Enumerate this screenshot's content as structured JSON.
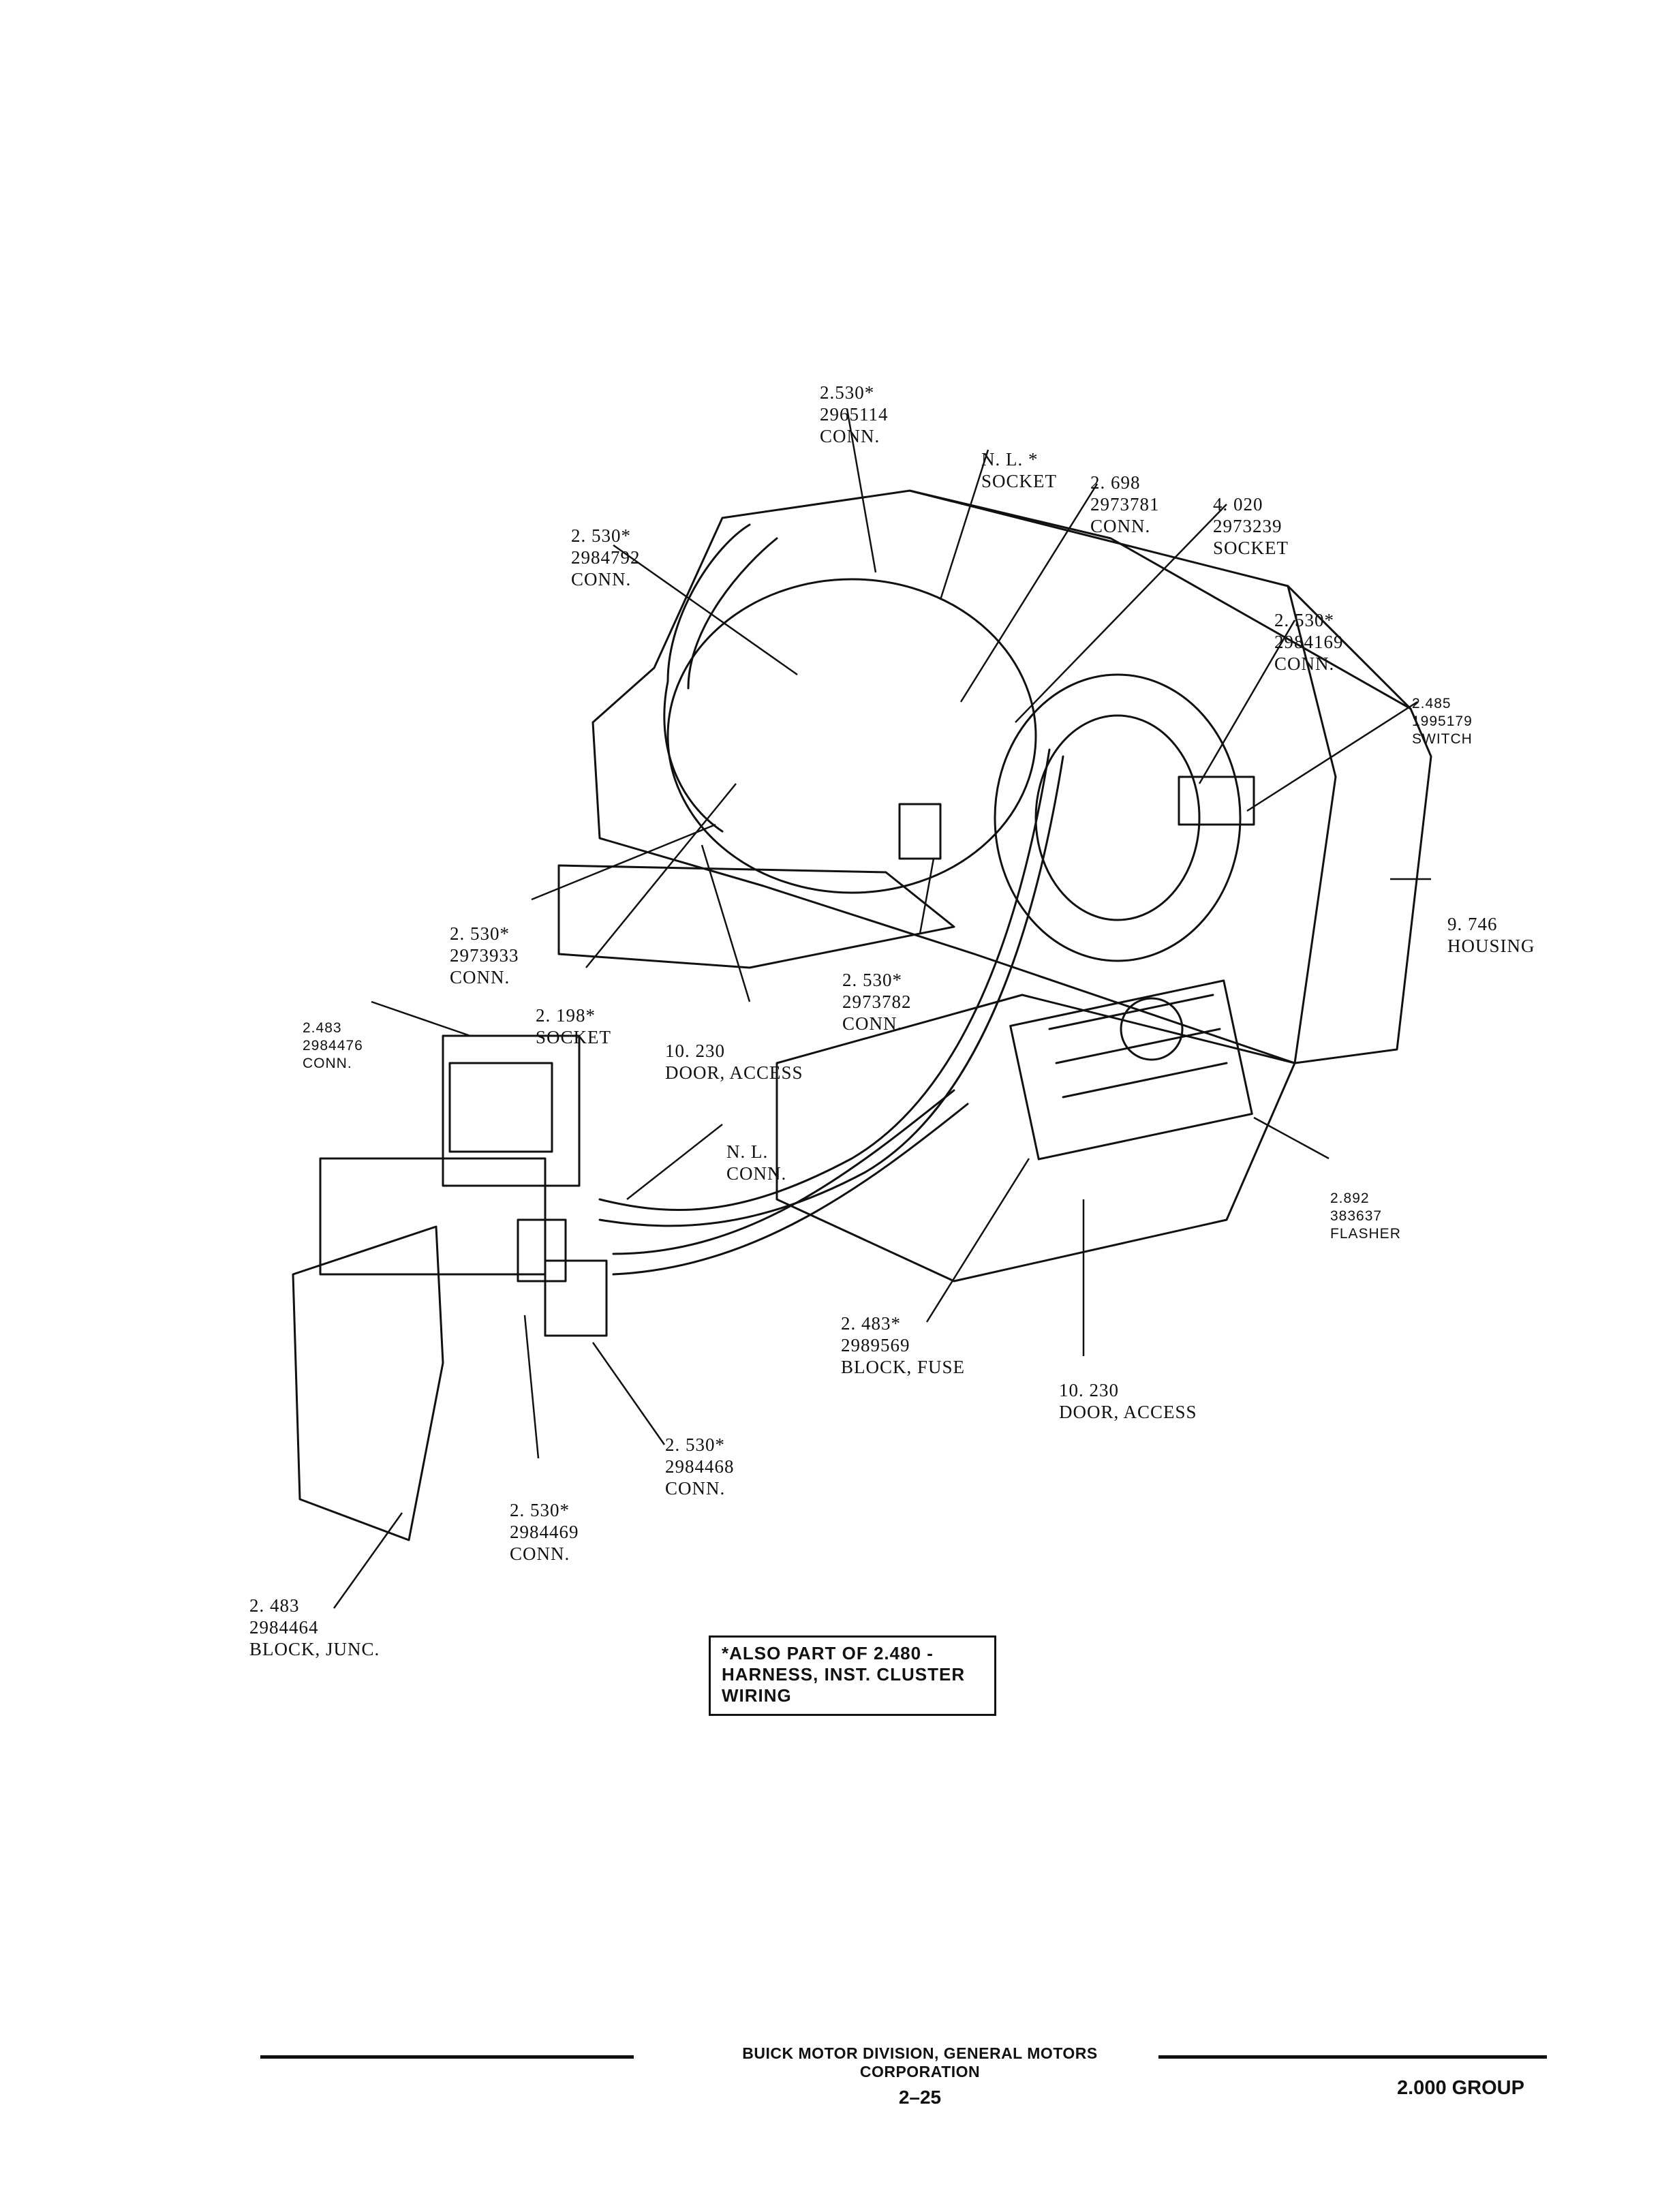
{
  "callouts": {
    "c1": {
      "l1": "2.530*",
      "l2": "2965114",
      "l3": "CONN."
    },
    "c2": {
      "l1": "N. L. *",
      "l2": "SOCKET"
    },
    "c3": {
      "l1": "2. 698",
      "l2": "2973781",
      "l3": "CONN."
    },
    "c4": {
      "l1": "4. 020",
      "l2": "2973239",
      "l3": "SOCKET"
    },
    "c5": {
      "l1": "2. 530*",
      "l2": "2984792",
      "l3": "CONN."
    },
    "c6": {
      "l1": "2. 530*",
      "l2": "2984169",
      "l3": "CONN."
    },
    "c7": {
      "l1": "2.485",
      "l2": "1995179",
      "l3": "SWITCH"
    },
    "c8": {
      "l1": "9. 746",
      "l2": "HOUSING"
    },
    "c9": {
      "l1": "2. 530*",
      "l2": "2973933",
      "l3": "CONN."
    },
    "c10": {
      "l1": "2. 530*",
      "l2": "2973782",
      "l3": "CONN."
    },
    "c11": {
      "l1": "2.483",
      "l2": "2984476",
      "l3": "CONN."
    },
    "c12": {
      "l1": "2. 198*",
      "l2": "SOCKET"
    },
    "c13": {
      "l1": "10. 230",
      "l2": "DOOR, ACCESS"
    },
    "c14": {
      "l1": "N. L.",
      "l2": "CONN."
    },
    "c15": {
      "l1": "2.892",
      "l2": "383637",
      "l3": "FLASHER"
    },
    "c16": {
      "l1": "2. 483*",
      "l2": "2989569",
      "l3": "BLOCK, FUSE"
    },
    "c17": {
      "l1": "10. 230",
      "l2": "DOOR, ACCESS"
    },
    "c18": {
      "l1": "2. 530*",
      "l2": "2984468",
      "l3": "CONN."
    },
    "c19": {
      "l1": "2. 530*",
      "l2": "2984469",
      "l3": "CONN."
    },
    "c20": {
      "l1": "2. 483",
      "l2": "2984464",
      "l3": "BLOCK, JUNC."
    }
  },
  "note": {
    "l1": "*ALSO PART OF 2.480 -",
    "l2": "HARNESS, INST. CLUSTER",
    "l3": "WIRING"
  },
  "footer": {
    "company": "BUICK MOTOR DIVISION, GENERAL MOTORS CORPORATION",
    "page": "2–25",
    "group": "2.000 GROUP"
  }
}
